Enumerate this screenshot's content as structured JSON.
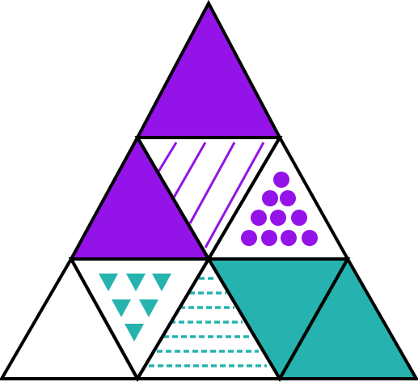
{
  "palette": {
    "purple": "#9413E8",
    "teal": "#26B3AF",
    "outline": "#000000",
    "background": "#FFFFFF"
  },
  "triangles": [
    {
      "id": "top-up",
      "fill": "solid",
      "color": "purple"
    },
    {
      "id": "mid-left-up",
      "fill": "solid",
      "color": "purple"
    },
    {
      "id": "mid-center-down",
      "fill": "diagonal-stripes",
      "color": "purple"
    },
    {
      "id": "mid-right-up",
      "fill": "dots-triangle",
      "color": "purple"
    },
    {
      "id": "bottom-left-up",
      "fill": "none",
      "color": "background"
    },
    {
      "id": "bottom-left-down",
      "fill": "small-triangles",
      "color": "teal"
    },
    {
      "id": "bottom-center-up",
      "fill": "horizontal-dashes",
      "color": "teal"
    },
    {
      "id": "bottom-right-down",
      "fill": "solid",
      "color": "teal"
    },
    {
      "id": "bottom-right-up",
      "fill": "solid",
      "color": "teal"
    }
  ]
}
